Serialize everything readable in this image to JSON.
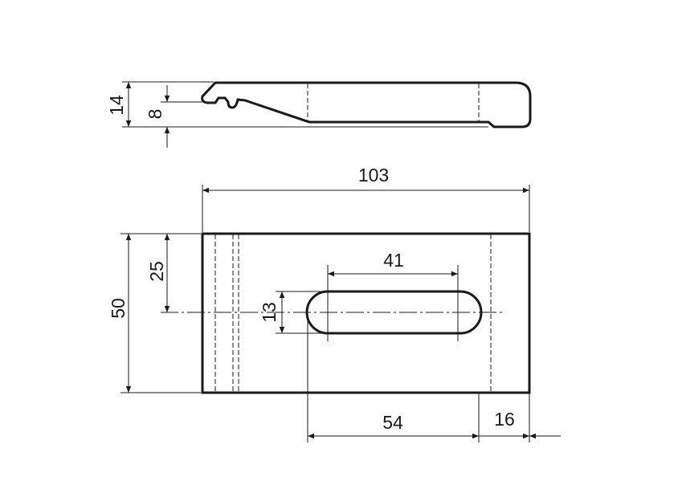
{
  "drawing": {
    "side_view": {
      "dim_height_total": "14",
      "dim_height_step": "8"
    },
    "top_view": {
      "dim_length": "103",
      "dim_width": "50",
      "dim_half_width": "25",
      "dim_slot_length": "41",
      "dim_slot_width": "13",
      "dim_slot_offset": "54",
      "dim_end_offset": "16"
    }
  }
}
